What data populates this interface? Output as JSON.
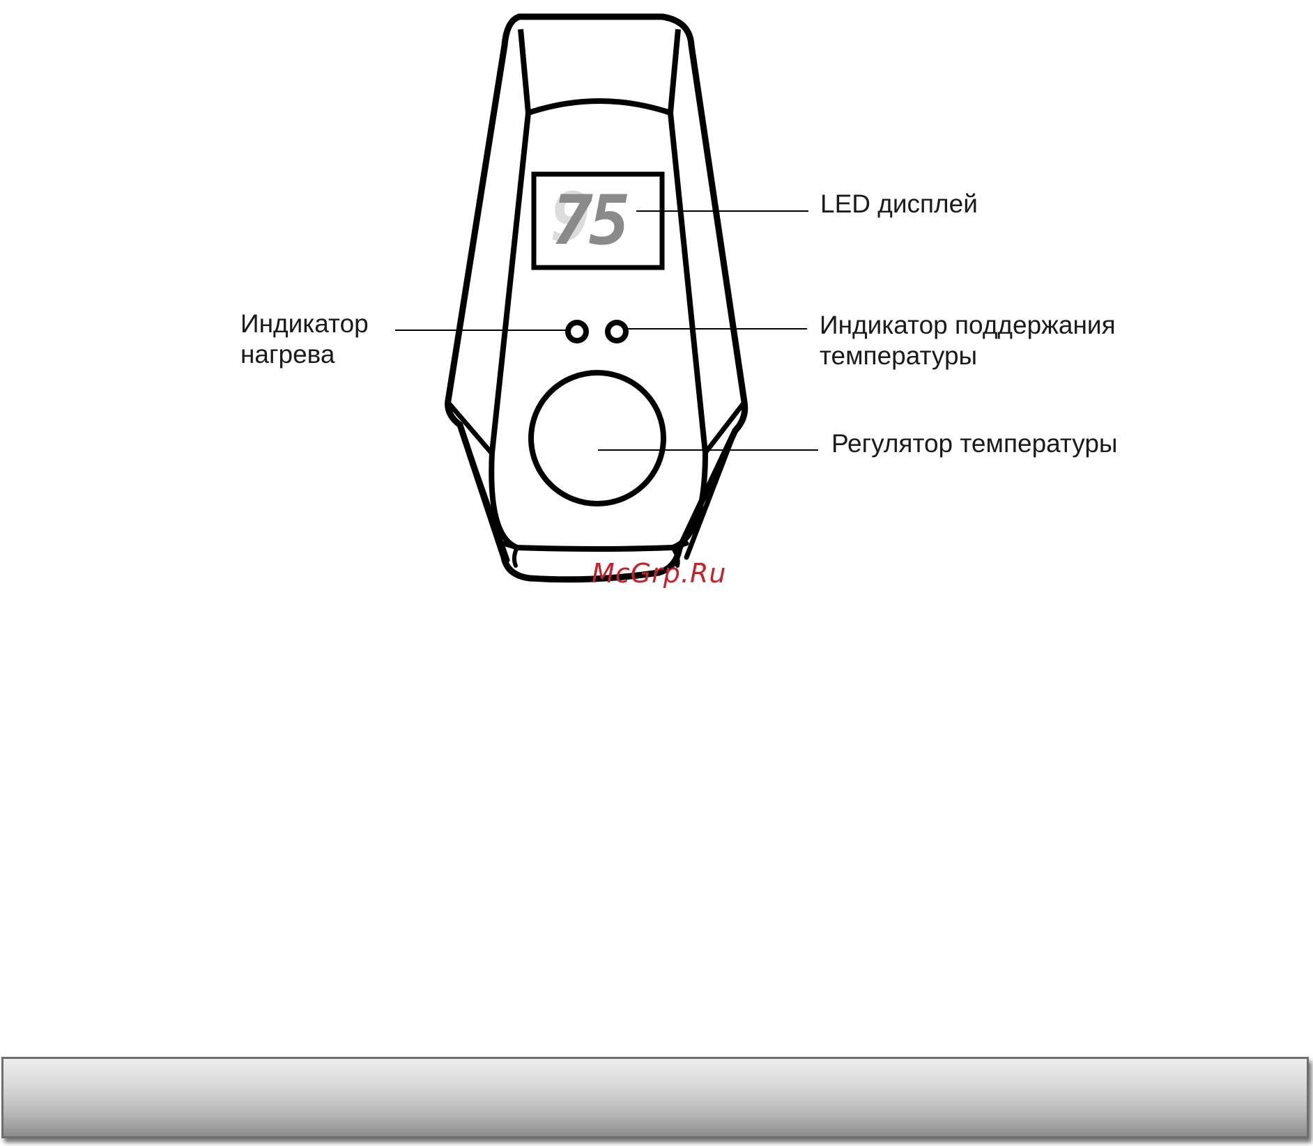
{
  "display": {
    "dim_digit": "9",
    "value": "75"
  },
  "labels": {
    "led_display": "LED дисплей",
    "heating_indicator": [
      "Индикатор",
      "нагрева"
    ],
    "temperature_hold_indicator": [
      "Индикатор поддержания",
      "температуры"
    ],
    "temperature_regulator": "Регулятор температуры"
  },
  "watermark": "McGrp.Ru",
  "colors": {
    "outline": "#000000",
    "digits": "#8a8a8a",
    "dim_digit": "#dcdcdc",
    "watermark": "#c8202a",
    "footer_bar": "#c4c4c4"
  }
}
